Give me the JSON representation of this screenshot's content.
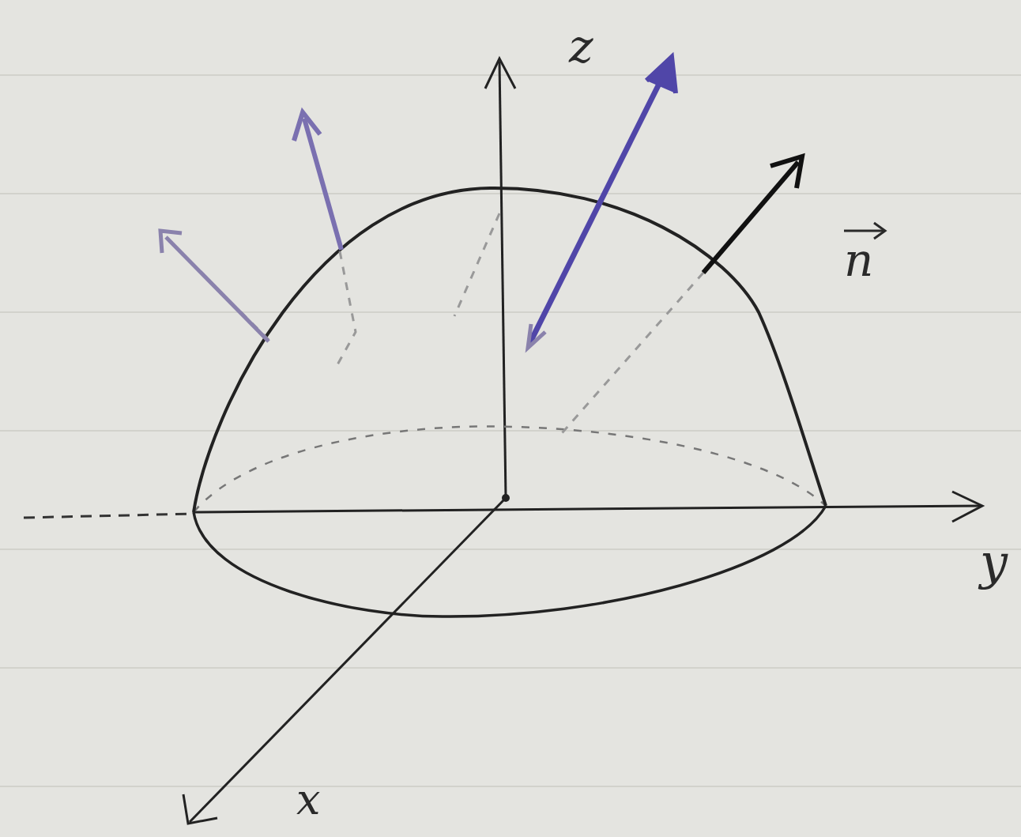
{
  "diagram": {
    "labels": [
      "z",
      "y",
      "x",
      "n"
    ]
  }
}
